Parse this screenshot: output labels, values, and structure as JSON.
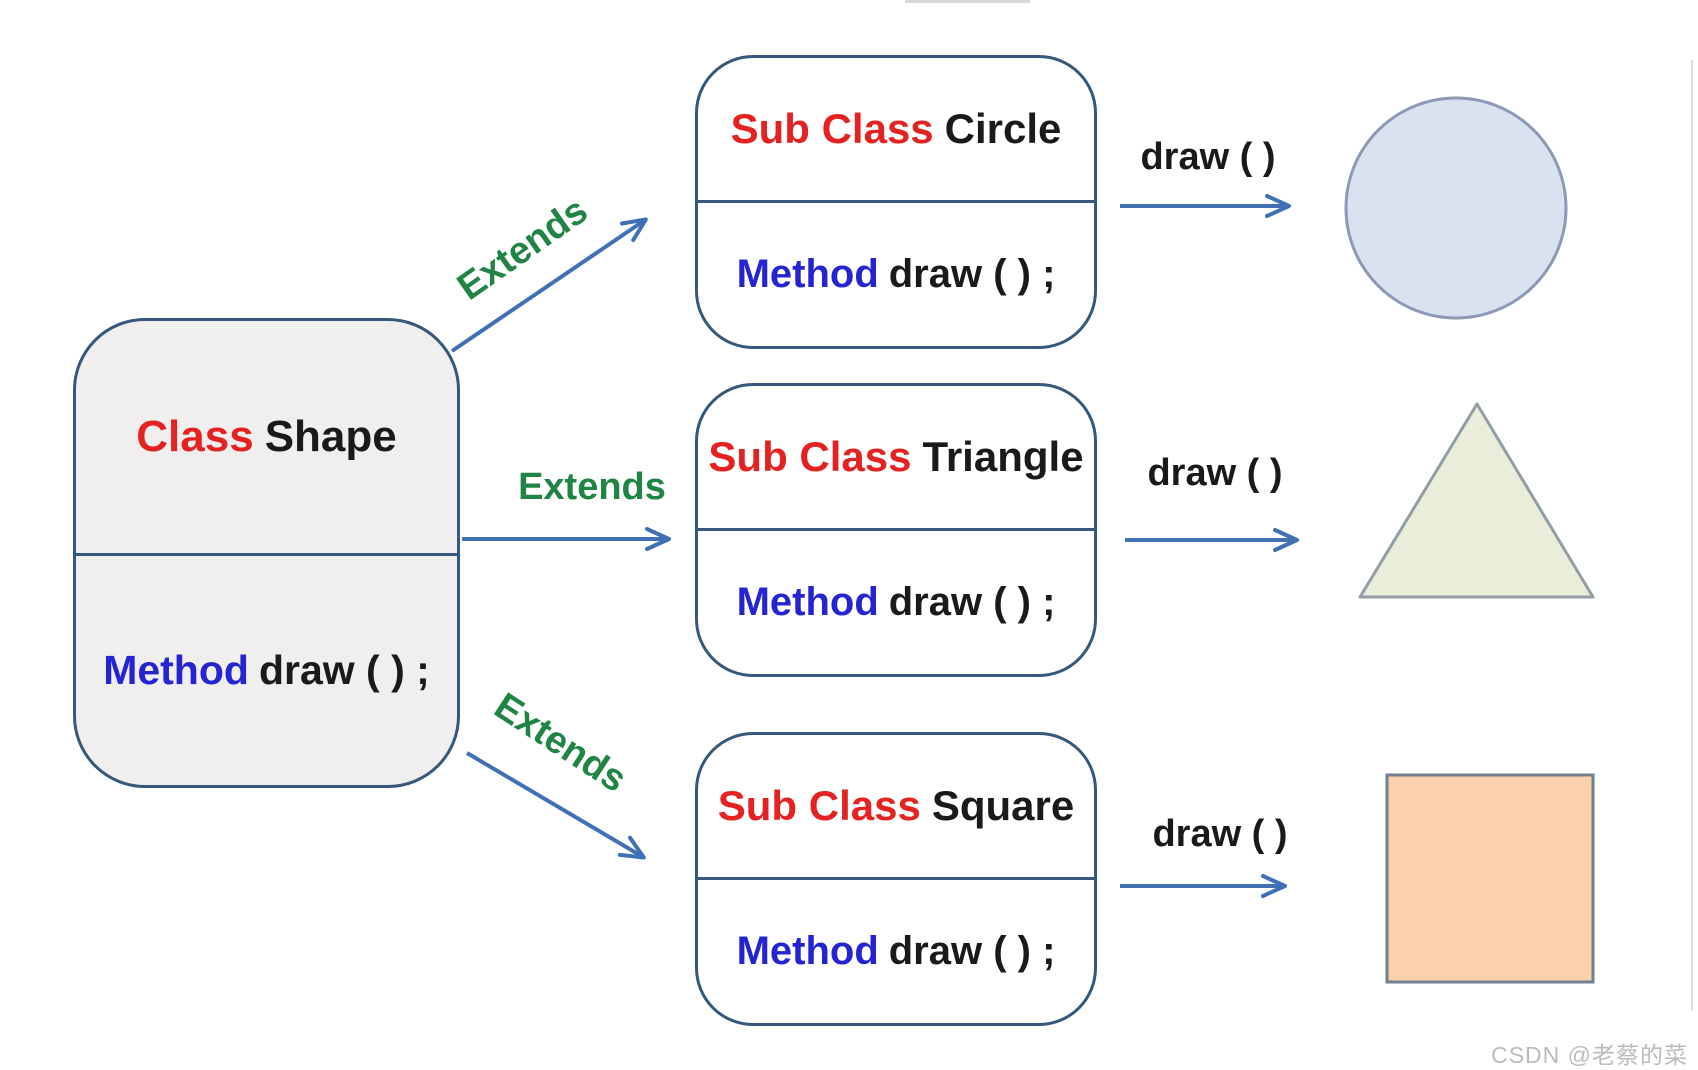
{
  "main_class": {
    "keyword": "Class",
    "name": "Shape",
    "method_keyword": "Method",
    "method_signature": "draw ( ) ;"
  },
  "subclasses": [
    {
      "keyword": "Sub Class",
      "name": "Circle",
      "method_keyword": "Method",
      "method_signature": "draw ( ) ;",
      "extends_label": "Extends",
      "draw_label": "draw ( )",
      "result_shape": "circle"
    },
    {
      "keyword": "Sub Class",
      "name": "Triangle",
      "method_keyword": "Method",
      "method_signature": "draw ( ) ;",
      "extends_label": "Extends",
      "draw_label": "draw ( )",
      "result_shape": "triangle"
    },
    {
      "keyword": "Sub Class",
      "name": "Square",
      "method_keyword": "Method",
      "method_signature": "draw ( ) ;",
      "extends_label": "Extends",
      "draw_label": "draw ( )",
      "result_shape": "square"
    }
  ],
  "watermark": "CSDN @老蔡的菜",
  "colors": {
    "keyword_red": "#e42222",
    "method_blue": "#2424d2",
    "extends_green": "#208444",
    "arrow_blue": "#4170b4",
    "box_border": "#35587c",
    "main_box_fill": "#f0efee",
    "subclass_fill": "#ffffff",
    "circle_fill": "#d9e2ee",
    "circle_stroke": "#8c9ab6",
    "triangle_fill": "#e9edd9",
    "triangle_stroke": "#929da6",
    "square_fill": "#fbd1ac",
    "square_stroke": "#70808f",
    "watermark_gray": "#bbbbbb"
  }
}
